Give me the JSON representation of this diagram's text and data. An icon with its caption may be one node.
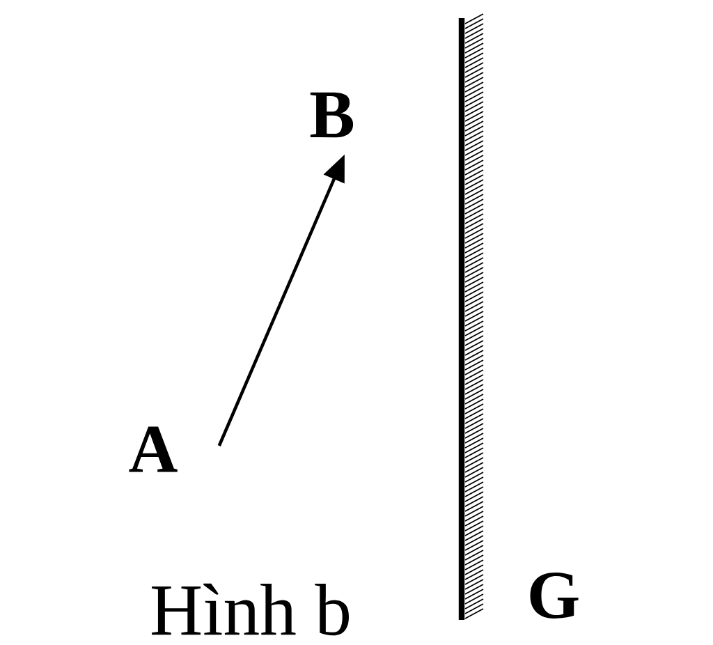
{
  "diagram": {
    "caption": "Hình b",
    "nodes": [
      {
        "text": [
          "A"
        ]
      },
      {
        "text": [
          "B"
        ]
      }
    ],
    "edges": [
      {
        "from": 0,
        "to": 1,
        "arrow": "to"
      }
    ],
    "labels": [
      "G"
    ]
  }
}
